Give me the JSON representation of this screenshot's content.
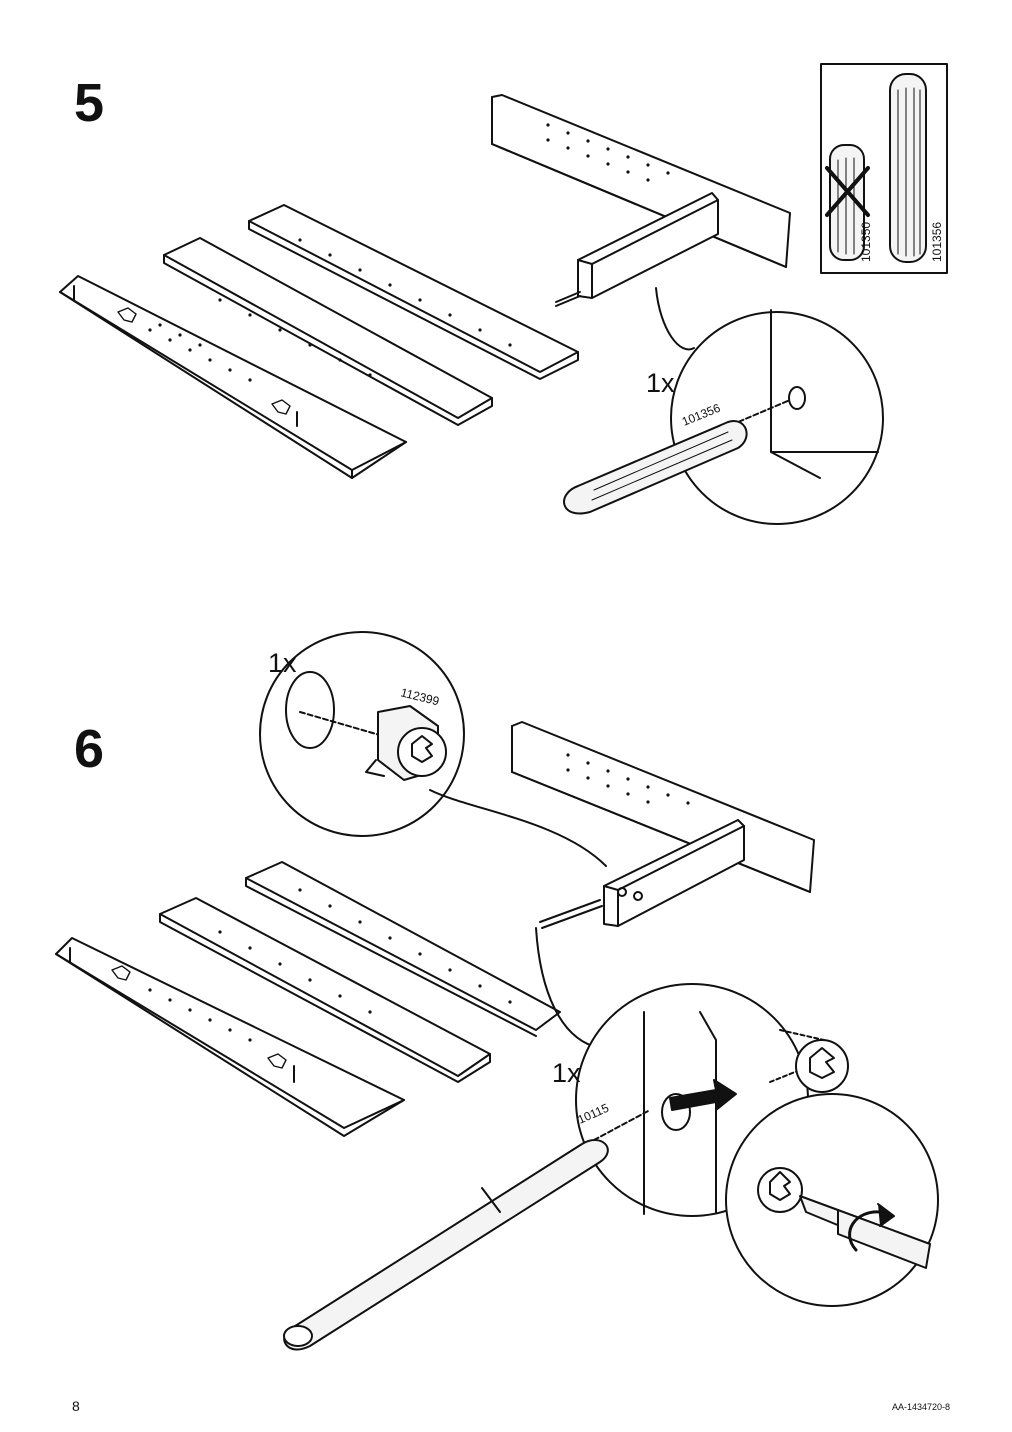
{
  "page": {
    "number": "8",
    "document_code": "AA-1434720-8"
  },
  "step5": {
    "step_number": "5",
    "dowel_compare": {
      "wrong_part": "101350",
      "right_part": "101356"
    },
    "detail": {
      "quantity": "1x",
      "part_number": "101356"
    }
  },
  "step6": {
    "step_number": "6",
    "cam_detail": {
      "quantity": "1x",
      "part_number": "112399"
    },
    "bolt_detail": {
      "quantity": "1x",
      "part_number": "10115"
    }
  }
}
